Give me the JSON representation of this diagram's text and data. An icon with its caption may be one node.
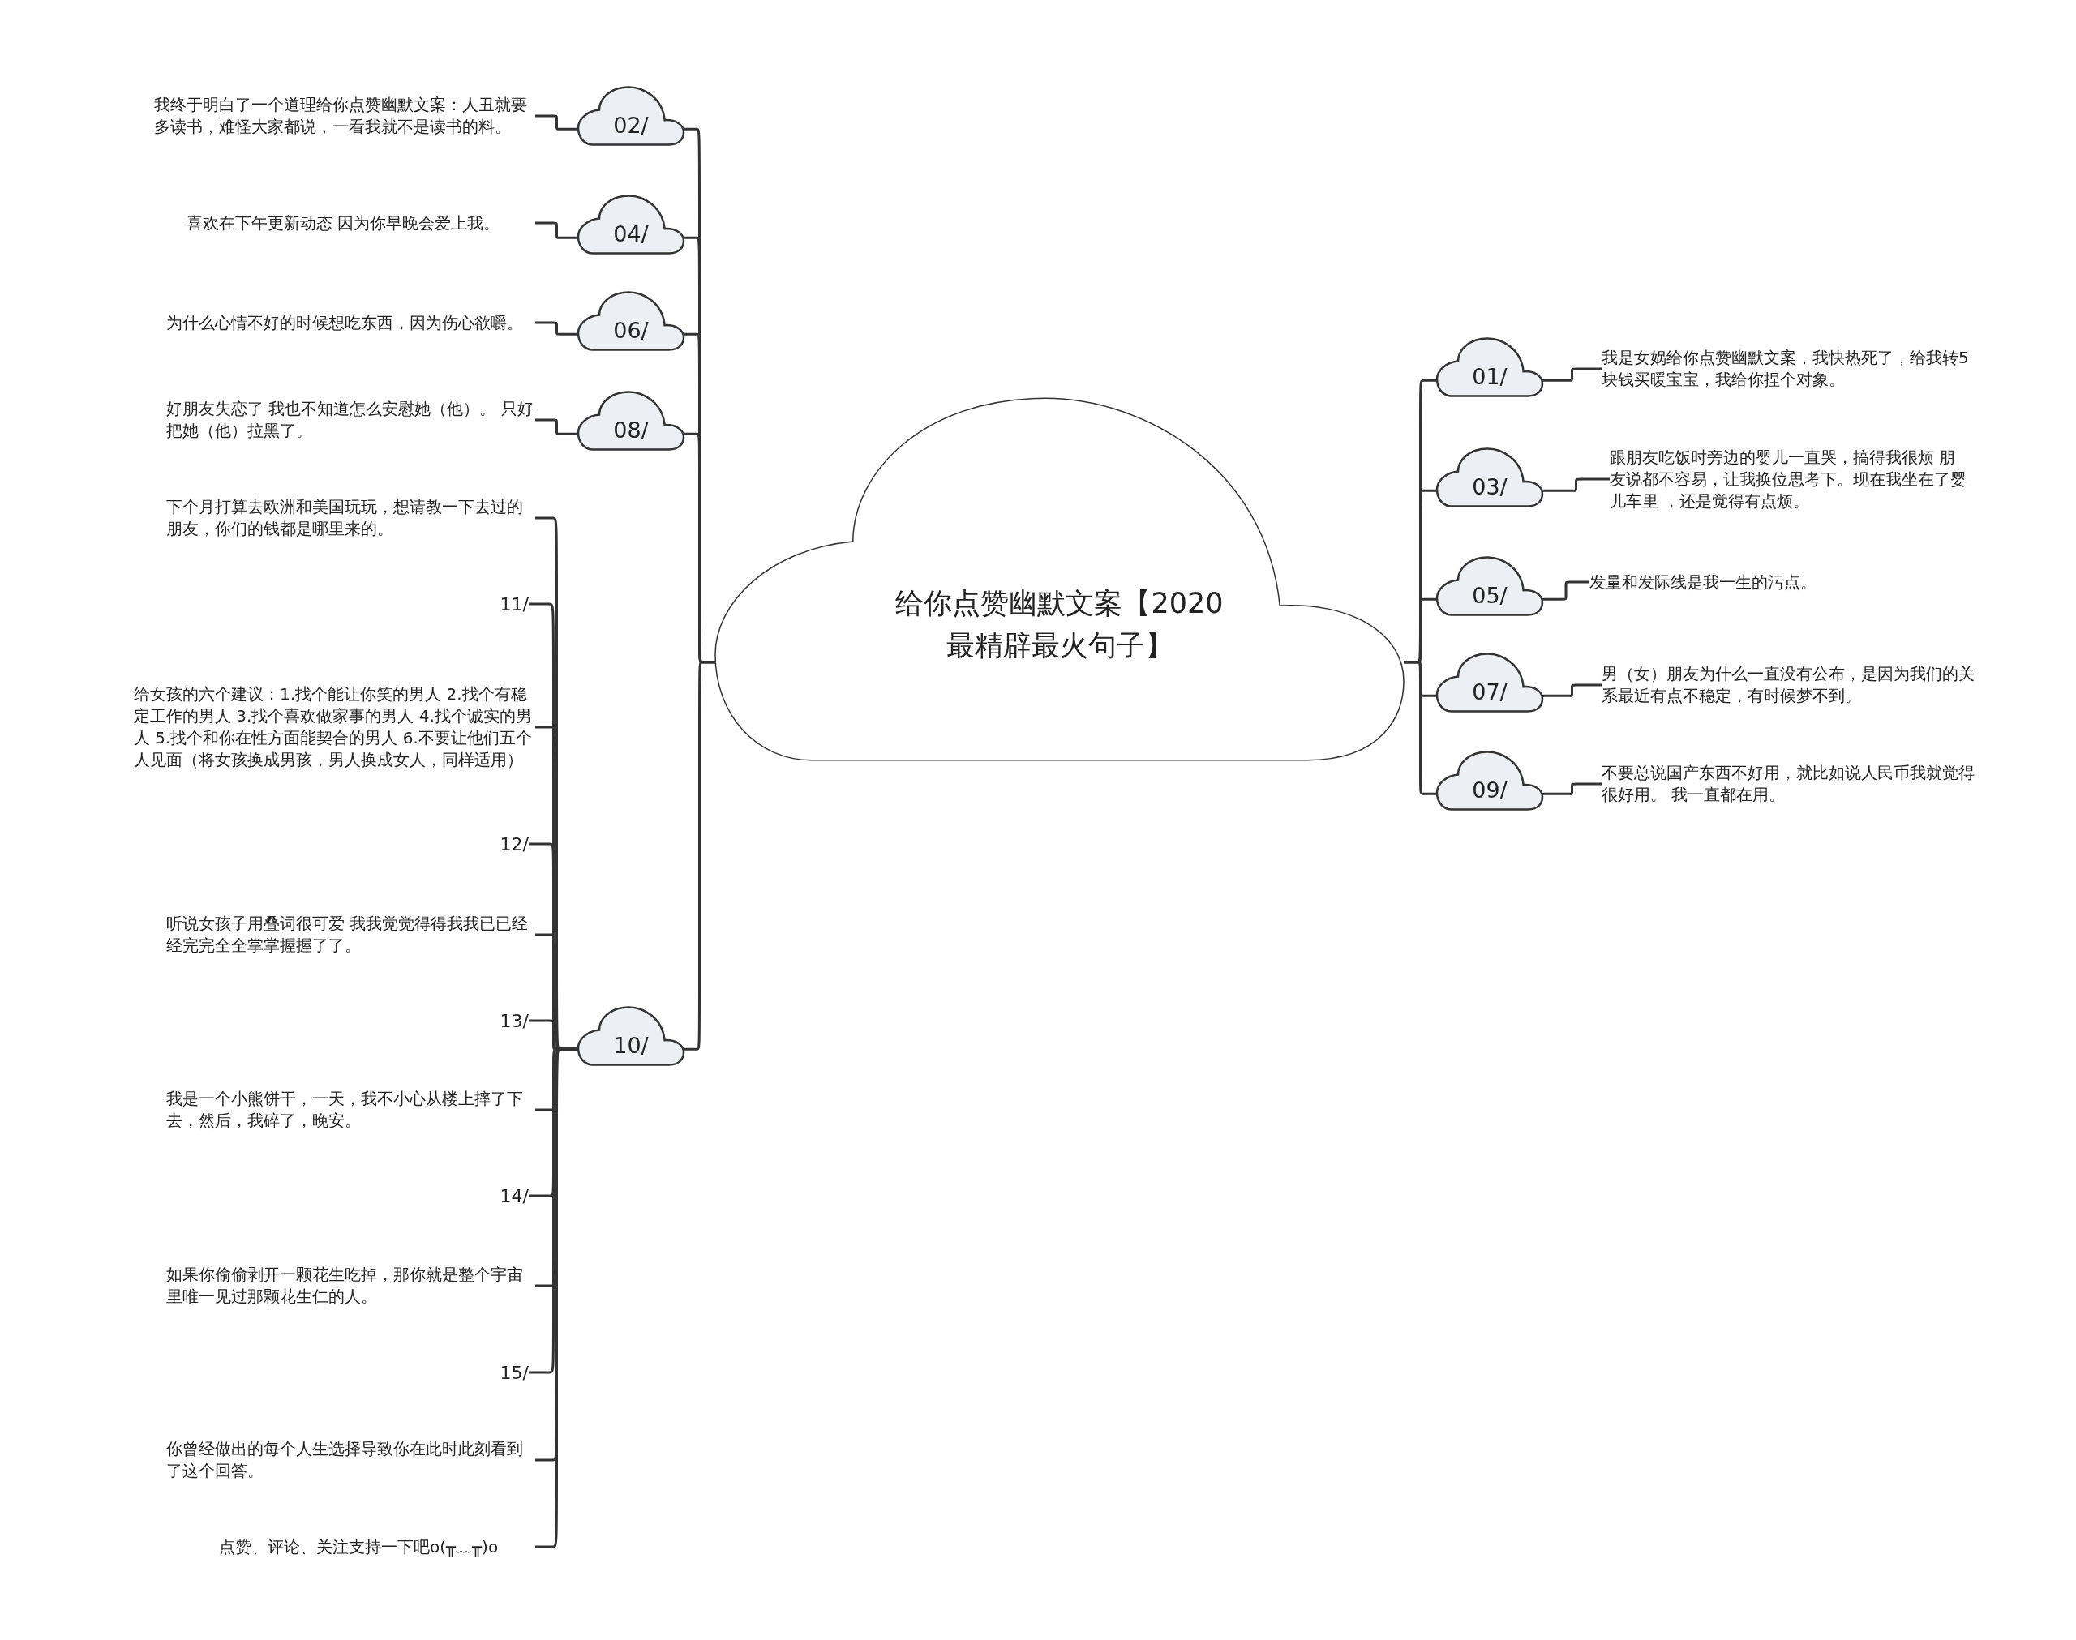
{
  "diagram": {
    "nodes": [
      {
        "text": [
          "给你点赞幽默文案【2020最精辟最火句子】"
        ]
      },
      {
        "text": [
          "01/"
        ]
      },
      {
        "text": [
          "我是女娲给你点赞幽默文案，我快热死了，给我转5块钱买暖宝宝，我给你捏个对象。"
        ]
      },
      {
        "text": [
          "02/"
        ]
      },
      {
        "text": [
          "我终于明白了一个道理给你点赞幽默文案：人丑就要多读书，难怪大家都说，一看我就不是读书的料。"
        ]
      },
      {
        "text": [
          "03/"
        ]
      },
      {
        "text": [
          "跟朋友吃饭时旁边的婴儿一直哭，搞得我很烦 朋友说都不容易，让我换位思考下。现在我坐在了婴儿车里 ，还是觉得有点烦。"
        ]
      },
      {
        "text": [
          "04/"
        ]
      },
      {
        "text": [
          "喜欢在下午更新动态 因为你早晚会爱上我。"
        ]
      },
      {
        "text": [
          "05/"
        ]
      },
      {
        "text": [
          "发量和发际线是我一生的污点。"
        ]
      },
      {
        "text": [
          "06/"
        ]
      },
      {
        "text": [
          "为什么心情不好的时候想吃东西，因为伤心欲嚼。"
        ]
      },
      {
        "text": [
          "07/"
        ]
      },
      {
        "text": [
          "男（女）朋友为什么一直没有公布，是因为我们的关系最近有点不稳定，有时候梦不到。"
        ]
      },
      {
        "text": [
          "08/"
        ]
      },
      {
        "text": [
          "好朋友失恋了 我也不知道怎么安慰她（他）。 只好把她（他）拉黑了。"
        ]
      },
      {
        "text": [
          "09/"
        ]
      },
      {
        "text": [
          "不要总说国产东西不好用，就比如说人民币我就觉得很好用。 我一直都在用。"
        ]
      },
      {
        "text": [
          "10/"
        ]
      },
      {
        "text": [
          "下个月打算去欧洲和美国玩玩，想请教一下去过的朋友，你们的钱都是哪里来的。"
        ]
      },
      {
        "text": [
          "11/"
        ]
      },
      {
        "text": [
          "给女孩的六个建议：1.找个能让你笑的男人 2.找个有稳定工作的男人 3.找个喜欢做家事的男人 4.找个诚实的男人 5.找个和你在性方面能契合的男人 6.不要让他们五个人见面（将女孩换成男孩，男人换成女人，同样适用）"
        ]
      },
      {
        "text": [
          "12/"
        ]
      },
      {
        "text": [
          "听说女孩子用叠词很可爱 我我觉觉得得我我已已经经完完全全掌掌握握了了。"
        ]
      },
      {
        "text": [
          "13/"
        ]
      },
      {
        "text": [
          "我是一个小熊饼干，一天，我不小心从楼上摔了下去，然后，我碎了，晚安。"
        ]
      },
      {
        "text": [
          "14/"
        ]
      },
      {
        "text": [
          "如果你偷偷剥开一颗花生吃掉，那你就是整个宇宙里唯一见过那颗花生仁的人。"
        ]
      },
      {
        "text": [
          "15/"
        ]
      },
      {
        "text": [
          "你曾经做出的每个人生选择导致你在此时此刻看到了这个回答。"
        ]
      },
      {
        "text": [
          "点赞、评论、关注支持一下吧o(╥﹏╥)o"
        ]
      }
    ],
    "edges": [
      {
        "from": 0,
        "to": 1,
        "arrow": "none"
      },
      {
        "from": 0,
        "to": 3,
        "arrow": "none"
      },
      {
        "from": 0,
        "to": 5,
        "arrow": "none"
      },
      {
        "from": 0,
        "to": 7,
        "arrow": "none"
      },
      {
        "from": 0,
        "to": 9,
        "arrow": "none"
      },
      {
        "from": 0,
        "to": 11,
        "arrow": "none"
      },
      {
        "from": 0,
        "to": 13,
        "arrow": "none"
      },
      {
        "from": 0,
        "to": 15,
        "arrow": "none"
      },
      {
        "from": 0,
        "to": 17,
        "arrow": "none"
      },
      {
        "from": 0,
        "to": 19,
        "arrow": "none"
      },
      {
        "from": 1,
        "to": 2,
        "arrow": "none"
      },
      {
        "from": 3,
        "to": 4,
        "arrow": "none"
      },
      {
        "from": 5,
        "to": 6,
        "arrow": "none"
      },
      {
        "from": 7,
        "to": 8,
        "arrow": "none"
      },
      {
        "from": 9,
        "to": 10,
        "arrow": "none"
      },
      {
        "from": 11,
        "to": 12,
        "arrow": "none"
      },
      {
        "from": 13,
        "to": 14,
        "arrow": "none"
      },
      {
        "from": 15,
        "to": 16,
        "arrow": "none"
      },
      {
        "from": 17,
        "to": 18,
        "arrow": "none"
      },
      {
        "from": 19,
        "to": 20,
        "arrow": "none"
      },
      {
        "from": 19,
        "to": 21,
        "arrow": "none"
      },
      {
        "from": 19,
        "to": 22,
        "arrow": "none"
      },
      {
        "from": 19,
        "to": 23,
        "arrow": "none"
      },
      {
        "from": 19,
        "to": 24,
        "arrow": "none"
      },
      {
        "from": 19,
        "to": 25,
        "arrow": "none"
      },
      {
        "from": 19,
        "to": 26,
        "arrow": "none"
      },
      {
        "from": 19,
        "to": 27,
        "arrow": "none"
      },
      {
        "from": 19,
        "to": 28,
        "arrow": "none"
      },
      {
        "from": 19,
        "to": 29,
        "arrow": "none"
      },
      {
        "from": 19,
        "to": 30,
        "arrow": "none"
      },
      {
        "from": 19,
        "to": 31,
        "arrow": "none"
      }
    ]
  }
}
